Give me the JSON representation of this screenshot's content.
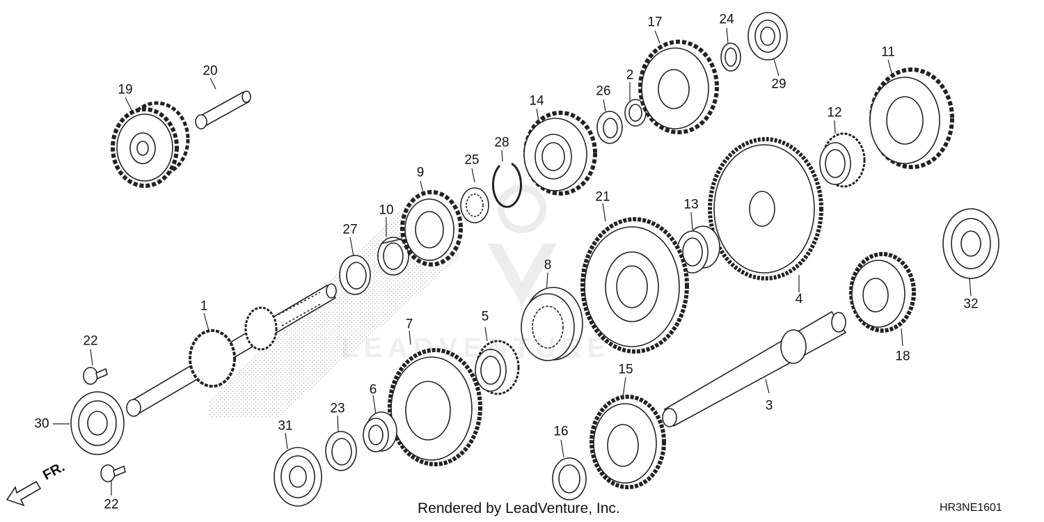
{
  "diagram": {
    "code": "HR3NE1601",
    "credit": "Rendered by LeadVenture, Inc.",
    "front_indicator": "FR.",
    "watermark": "LEADVENTURE"
  },
  "callouts": {
    "p1": "1",
    "p2": "2",
    "p3": "3",
    "p4": "4",
    "p5": "5",
    "p6": "6",
    "p7": "7",
    "p8": "8",
    "p9": "9",
    "p10": "10",
    "p11": "11",
    "p12": "12",
    "p13": "13",
    "p14": "14",
    "p15": "15",
    "p16": "16",
    "p17": "17",
    "p18": "18",
    "p19": "19",
    "p20": "20",
    "p21": "21",
    "p22a": "22",
    "p22b": "22",
    "p23": "23",
    "p24": "24",
    "p25": "25",
    "p26": "26",
    "p27": "27",
    "p28": "28",
    "p29": "29",
    "p30": "30",
    "p31": "31",
    "p32": "32"
  },
  "colors": {
    "line": "#222222",
    "fill": "#ffffff",
    "stipple": "#c8c8c8",
    "hatch": "#bbbbbb"
  },
  "icons": {
    "front_arrow": "arrow-front-icon"
  }
}
